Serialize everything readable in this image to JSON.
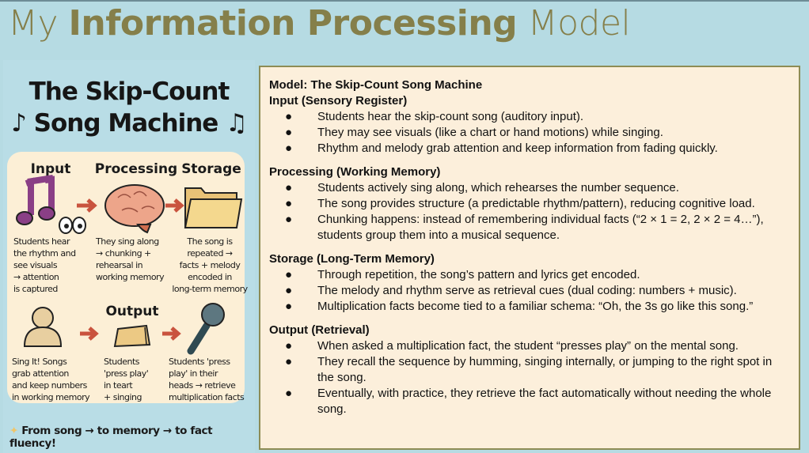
{
  "slide_title": {
    "light": "My ",
    "bold": "Information Processing",
    "light2": " Model"
  },
  "illustration": {
    "title_line1": "The Skip-Count",
    "title_line2": "♪ Song Machine ♫",
    "labels": {
      "input": "Input",
      "processing": "Processing",
      "storage": "Storage",
      "output": "Output"
    },
    "captions": {
      "input": "Students hear\nthe rhythm and\nsee visuals\n→ attention\n  is captured",
      "processing": "They sing along\n→ chunking +\n rehearsal in\nworking memory",
      "storage": "The song is\nrepeated →\nfacts + melody\nencoded in\nlong-term memory",
      "sing": "Sing It!   Songs\ngrab attention\nand keep numbers\nin working memory",
      "press": "Students\n'press play'\n in teart\n+  singing",
      "retrieve": "Students 'press\nplay' in their\nheads → retrieve\nmultiplication facts"
    },
    "footer": "From song → to memory → to fact fluency!",
    "footer_icon": "sparkle-icon"
  },
  "panel": {
    "model_title": "Model: The Skip-Count Song Machine",
    "bullet": "●",
    "sections": [
      {
        "heading": "Input (Sensory Register)",
        "items": [
          "Students hear the skip-count song (auditory input).",
          "They may see visuals (like a chart or hand motions) while singing.",
          "Rhythm and melody grab attention and keep information from fading quickly."
        ]
      },
      {
        "heading": "Processing (Working Memory)",
        "items": [
          "Students actively sing along, which rehearses the number sequence.",
          "The song provides structure (a predictable rhythm/pattern), reducing cognitive load.",
          "Chunking happens: instead of remembering individual facts (“2 × 1 = 2, 2 × 2 = 4…”), students group them into a musical sequence."
        ]
      },
      {
        "heading": "Storage (Long-Term Memory)",
        "items": [
          "Through repetition, the song’s pattern and lyrics get encoded.",
          "The melody and rhythm serve as retrieval cues (dual coding: numbers + music).",
          "Multiplication facts become tied to a familiar schema: “Oh, the 3s go like this song.”"
        ]
      },
      {
        "heading": "Output (Retrieval)",
        "items": [
          "When asked a multiplication fact, the student “presses play” on the mental song.",
          "They recall the sequence by humming, singing internally, or jumping to the right spot in the song.",
          "Eventually, with practice, they retrieve the fact automatically without needing the whole song."
        ]
      }
    ]
  },
  "colors": {
    "background": "#b6dbe3",
    "title": "#857f4a",
    "panel": "#fcefdb",
    "panel_border": "#8d8c55",
    "arrow": "#c9533e"
  }
}
